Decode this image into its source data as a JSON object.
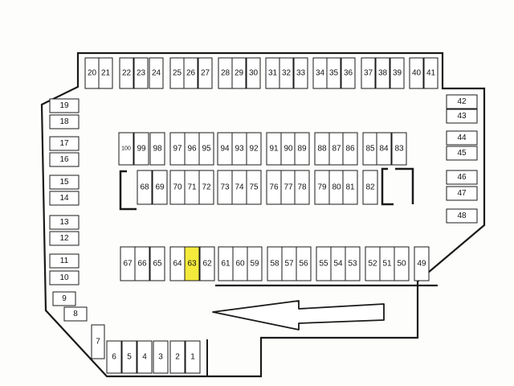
{
  "colors": {
    "outline": "#1a1a1a",
    "space_fill": "#ffffff",
    "highlight": "#f3ea3c",
    "paper": "#fdfdfc"
  },
  "highlighted_space": "63",
  "arrow": {
    "direction": "left"
  },
  "rows": {
    "top": [
      "20",
      "21",
      "22",
      "23",
      "24",
      "25",
      "26",
      "27",
      "28",
      "29",
      "30",
      "31",
      "32",
      "33",
      "34",
      "35",
      "36",
      "37",
      "38",
      "39",
      "40",
      "41"
    ],
    "right": [
      "42",
      "43",
      "44",
      "45",
      "46",
      "47",
      "48"
    ],
    "inner_top": [
      "100",
      "99",
      "98",
      "97",
      "96",
      "95",
      "94",
      "93",
      "92",
      "91",
      "90",
      "89",
      "88",
      "87",
      "86",
      "85",
      "84",
      "83"
    ],
    "inner_mid": [
      "68",
      "69",
      "70",
      "71",
      "72",
      "73",
      "74",
      "75",
      "76",
      "77",
      "78",
      "79",
      "80",
      "81",
      "82"
    ],
    "lower": [
      "67",
      "66",
      "65",
      "64",
      "63",
      "62",
      "61",
      "60",
      "59",
      "58",
      "57",
      "56",
      "55",
      "54",
      "53",
      "52",
      "51",
      "50",
      "49"
    ],
    "left": [
      "19",
      "18",
      "17",
      "16",
      "15",
      "14",
      "13",
      "12",
      "11",
      "10",
      "9",
      "8"
    ],
    "bottom": [
      "7",
      "6",
      "5",
      "4",
      "3",
      "2",
      "1"
    ]
  }
}
